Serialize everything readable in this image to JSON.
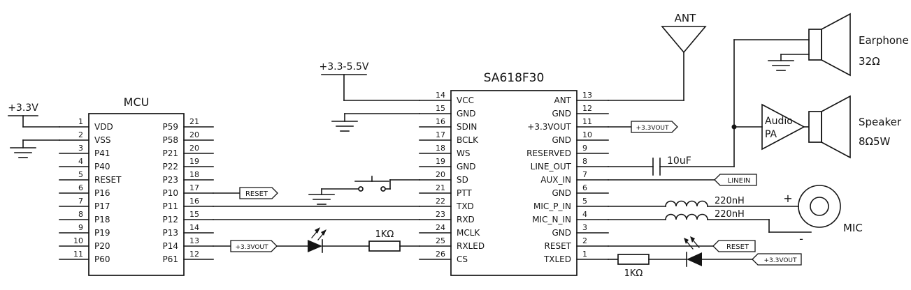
{
  "power": {
    "vcc_mcu": "+3.3V",
    "vcc_module": "+3.3-5.5V"
  },
  "mcu": {
    "title": "MCU",
    "left_pins": [
      {
        "num": "1",
        "name": "VDD"
      },
      {
        "num": "2",
        "name": "VSS"
      },
      {
        "num": "3",
        "name": "P41"
      },
      {
        "num": "4",
        "name": "P40"
      },
      {
        "num": "5",
        "name": "RESET"
      },
      {
        "num": "6",
        "name": "P16"
      },
      {
        "num": "7",
        "name": "P17"
      },
      {
        "num": "8",
        "name": "P18"
      },
      {
        "num": "9",
        "name": "P19"
      },
      {
        "num": "10",
        "name": "P20"
      },
      {
        "num": "11",
        "name": "P60"
      }
    ],
    "right_pins": [
      {
        "num": "21",
        "name": "P59"
      },
      {
        "num": "20",
        "name": "P58"
      },
      {
        "num": "20",
        "name": "P21"
      },
      {
        "num": "19",
        "name": "P22"
      },
      {
        "num": "18",
        "name": "P23"
      },
      {
        "num": "17",
        "name": "P10"
      },
      {
        "num": "16",
        "name": "P11"
      },
      {
        "num": "15",
        "name": "P12"
      },
      {
        "num": "14",
        "name": "P13"
      },
      {
        "num": "13",
        "name": "P14"
      },
      {
        "num": "12",
        "name": "P61"
      }
    ]
  },
  "module": {
    "title": "SA618F30",
    "left_pins": [
      {
        "num": "14",
        "name": "VCC"
      },
      {
        "num": "15",
        "name": "GND"
      },
      {
        "num": "16",
        "name": "SDIN"
      },
      {
        "num": "17",
        "name": "BCLK"
      },
      {
        "num": "18",
        "name": "WS"
      },
      {
        "num": "19",
        "name": "GND"
      },
      {
        "num": "20",
        "name": "SD"
      },
      {
        "num": "21",
        "name": "PTT"
      },
      {
        "num": "22",
        "name": "TXD"
      },
      {
        "num": "23",
        "name": "RXD"
      },
      {
        "num": "24",
        "name": "MCLK"
      },
      {
        "num": "25",
        "name": "RXLED"
      },
      {
        "num": "26",
        "name": "CS"
      }
    ],
    "right_pins": [
      {
        "num": "13",
        "name": "ANT"
      },
      {
        "num": "12",
        "name": "GND"
      },
      {
        "num": "11",
        "name": "+3.3VOUT"
      },
      {
        "num": "10",
        "name": "GND"
      },
      {
        "num": "9",
        "name": "RESERVED"
      },
      {
        "num": "8",
        "name": "LINE_OUT"
      },
      {
        "num": "7",
        "name": "AUX_IN"
      },
      {
        "num": "6",
        "name": "GND"
      },
      {
        "num": "5",
        "name": "MIC_P_IN"
      },
      {
        "num": "4",
        "name": "MIC_N_IN"
      },
      {
        "num": "3",
        "name": "GND"
      },
      {
        "num": "2",
        "name": "RESET"
      },
      {
        "num": "1",
        "name": "TXLED"
      }
    ]
  },
  "flags": {
    "reset_mcu": "RESET",
    "vout_mcu": "+3.3VOUT",
    "vout_pin11": "+3.3VOUT",
    "linein": "LINEIN",
    "reset_module": "RESET",
    "vout_tx": "+3.3VOUT"
  },
  "labels": {
    "ant": "ANT",
    "cap": "10uF",
    "pa1": "Audio",
    "pa2": "PA",
    "speaker": "Speaker",
    "speaker_imp": "8Ω5W",
    "earphone": "Earphone",
    "earphone_imp": "32Ω",
    "ind1": "220nH",
    "ind2": "220nH",
    "mic": "MIC",
    "mic_plus": "+",
    "mic_minus": "-",
    "res_rx": "1KΩ",
    "res_tx": "1KΩ"
  }
}
